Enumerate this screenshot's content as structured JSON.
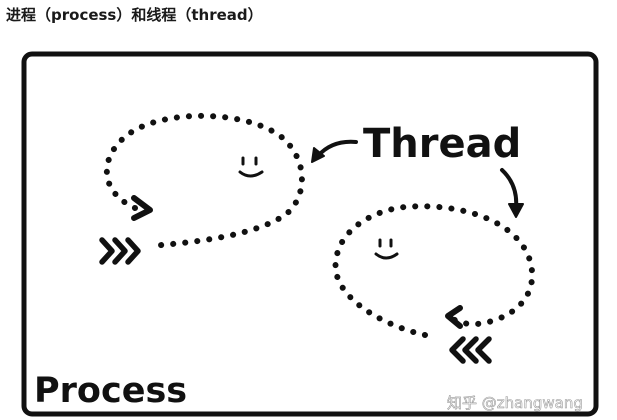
{
  "header": {
    "title": "进程（process）和线程（thread）"
  },
  "diagram": {
    "process_label": "Process",
    "thread_label": "Thread",
    "watermark": "知乎 @zhangwang"
  },
  "colors": {
    "ink": "#111111",
    "background": "#ffffff",
    "watermark_outline": "#9a9a9a"
  },
  "icons": {
    "thread_face": "smiley-face-icon",
    "arrow_head": "chevron-arrow-icon",
    "tail_fletching": "triple-chevron-icon"
  }
}
